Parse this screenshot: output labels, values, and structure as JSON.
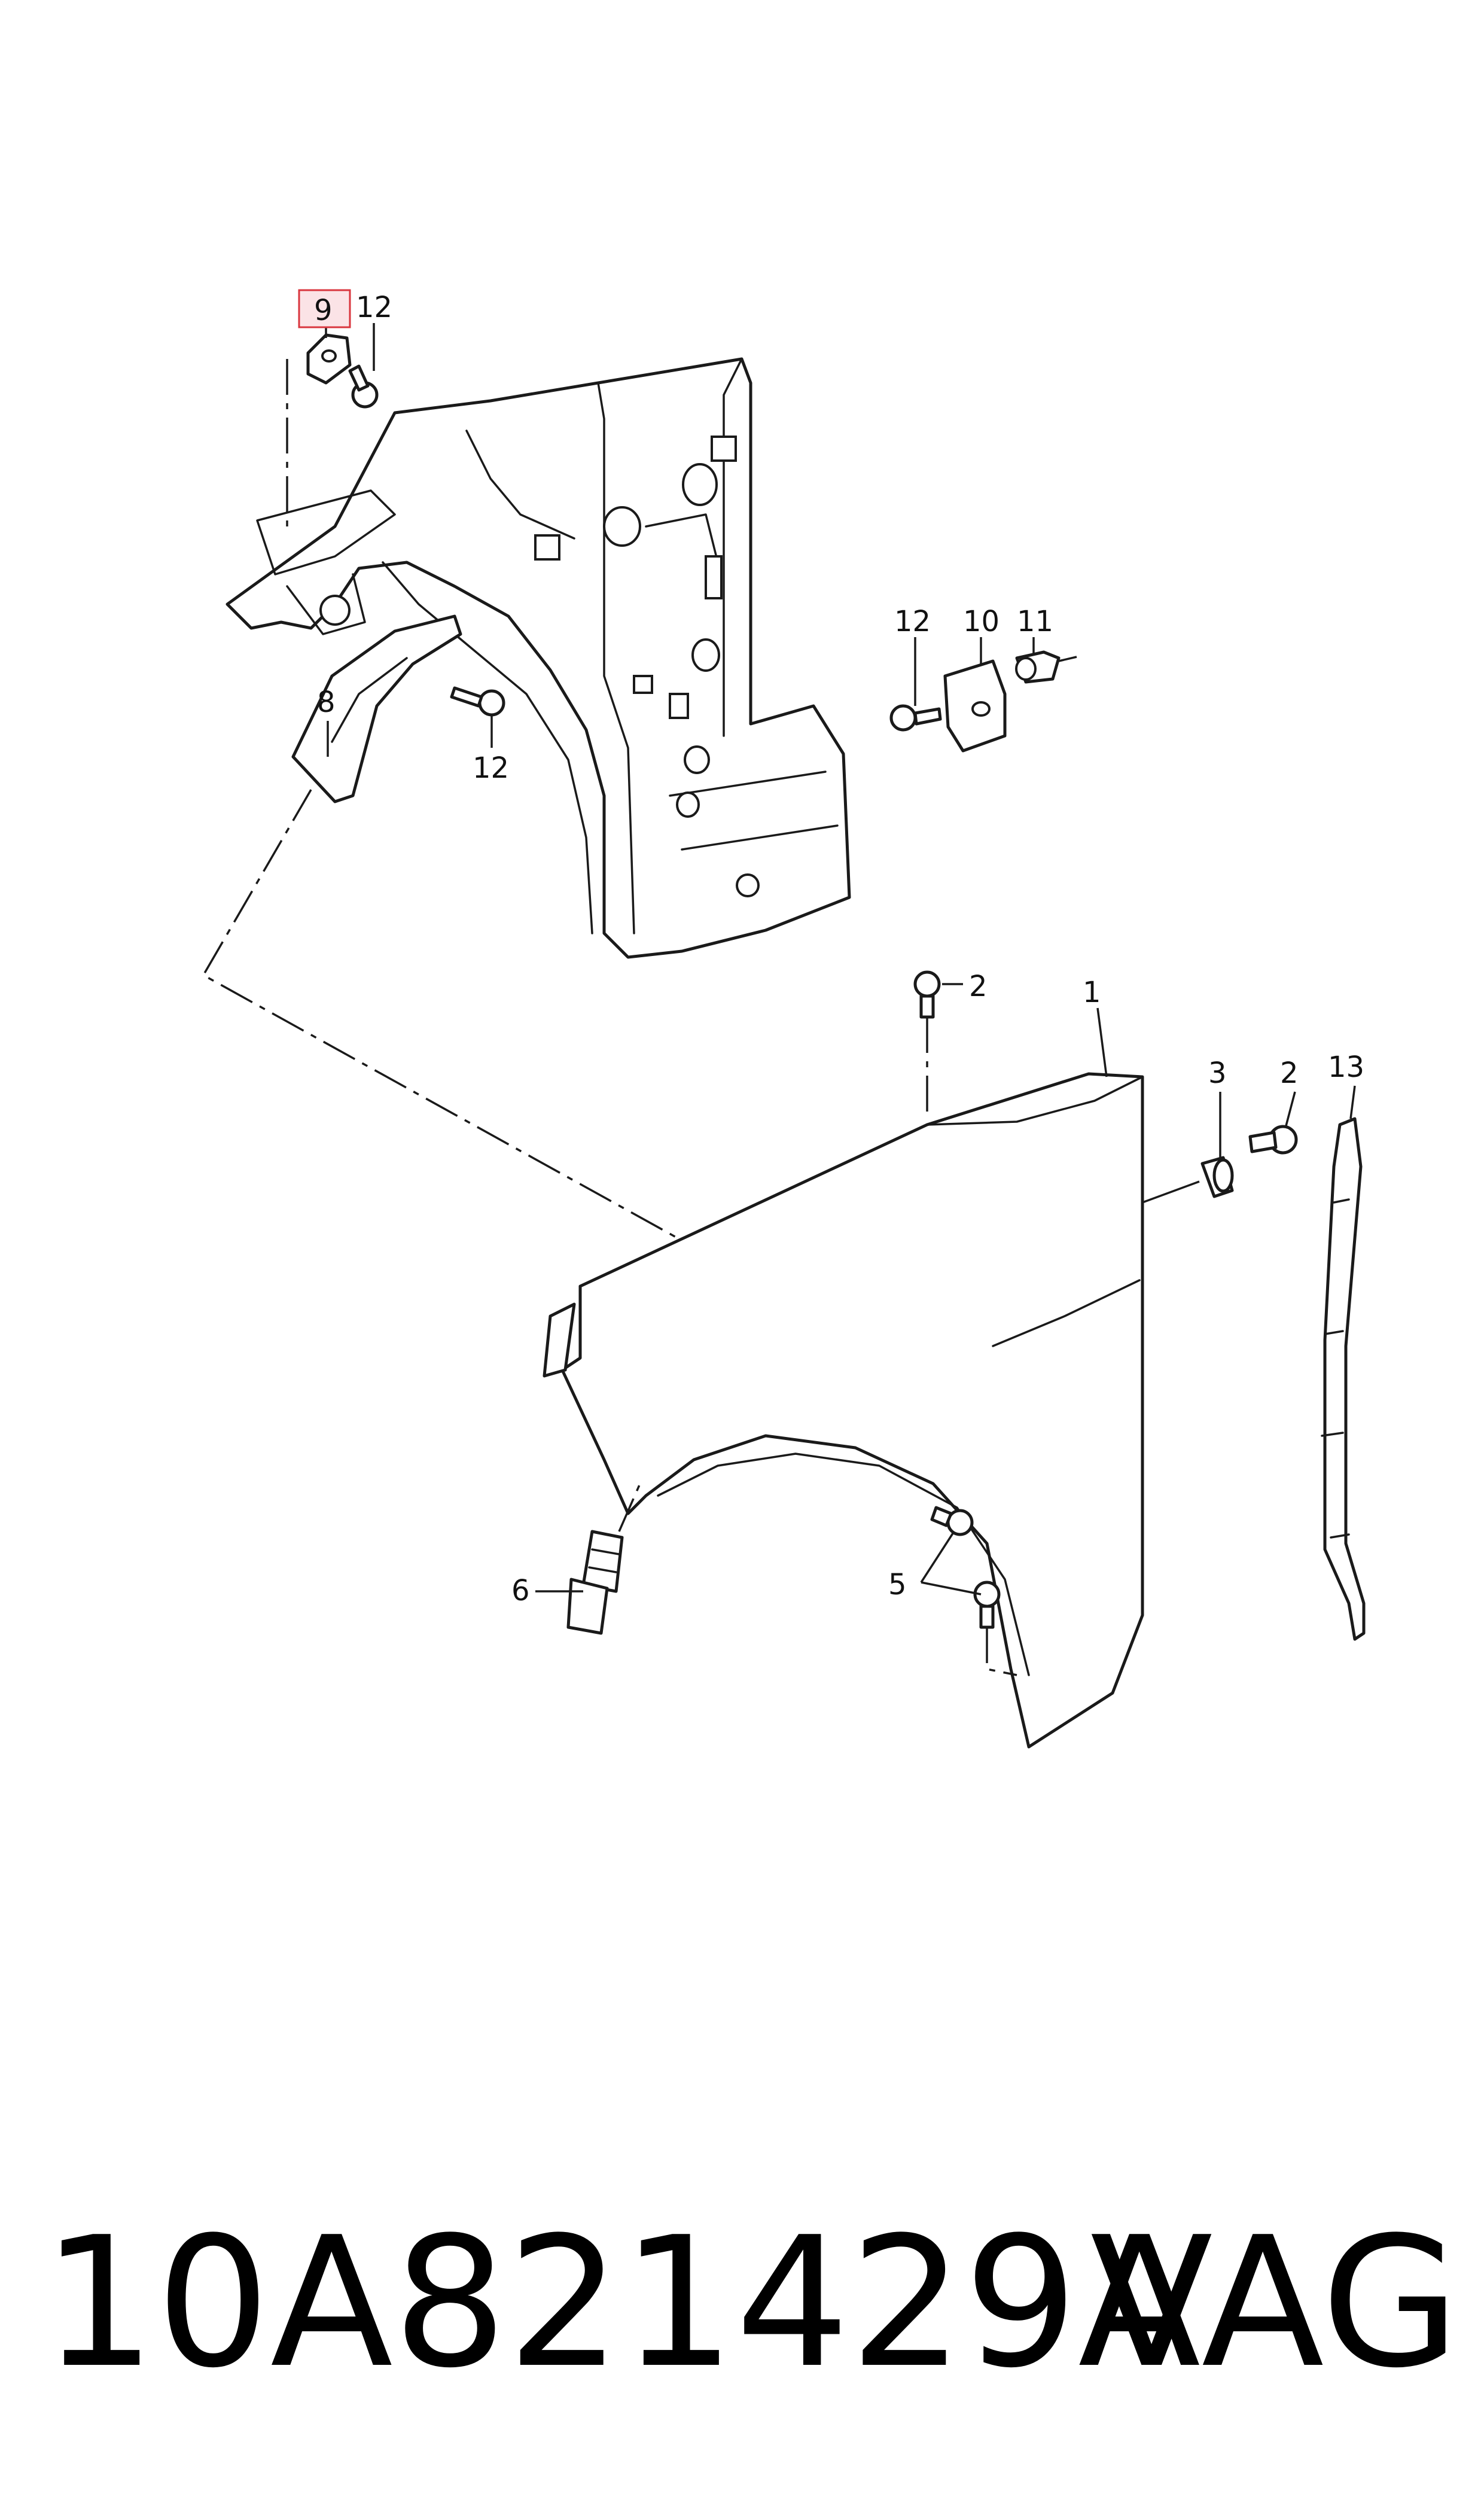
{
  "diagram": {
    "highlight_color": "#d9363e",
    "callouts": {
      "c1": "1",
      "c2a": "2",
      "c2b": "2",
      "c3": "3",
      "c5": "5",
      "c6": "6",
      "c8": "8",
      "c9": "9",
      "c10": "10",
      "c11": "11",
      "c12a": "12",
      "c12b": "12",
      "c12c": "12",
      "c13": "13"
    },
    "highlighted_callout": "9"
  },
  "footer": {
    "part_number": "10A821429A",
    "brand": "VAG"
  }
}
